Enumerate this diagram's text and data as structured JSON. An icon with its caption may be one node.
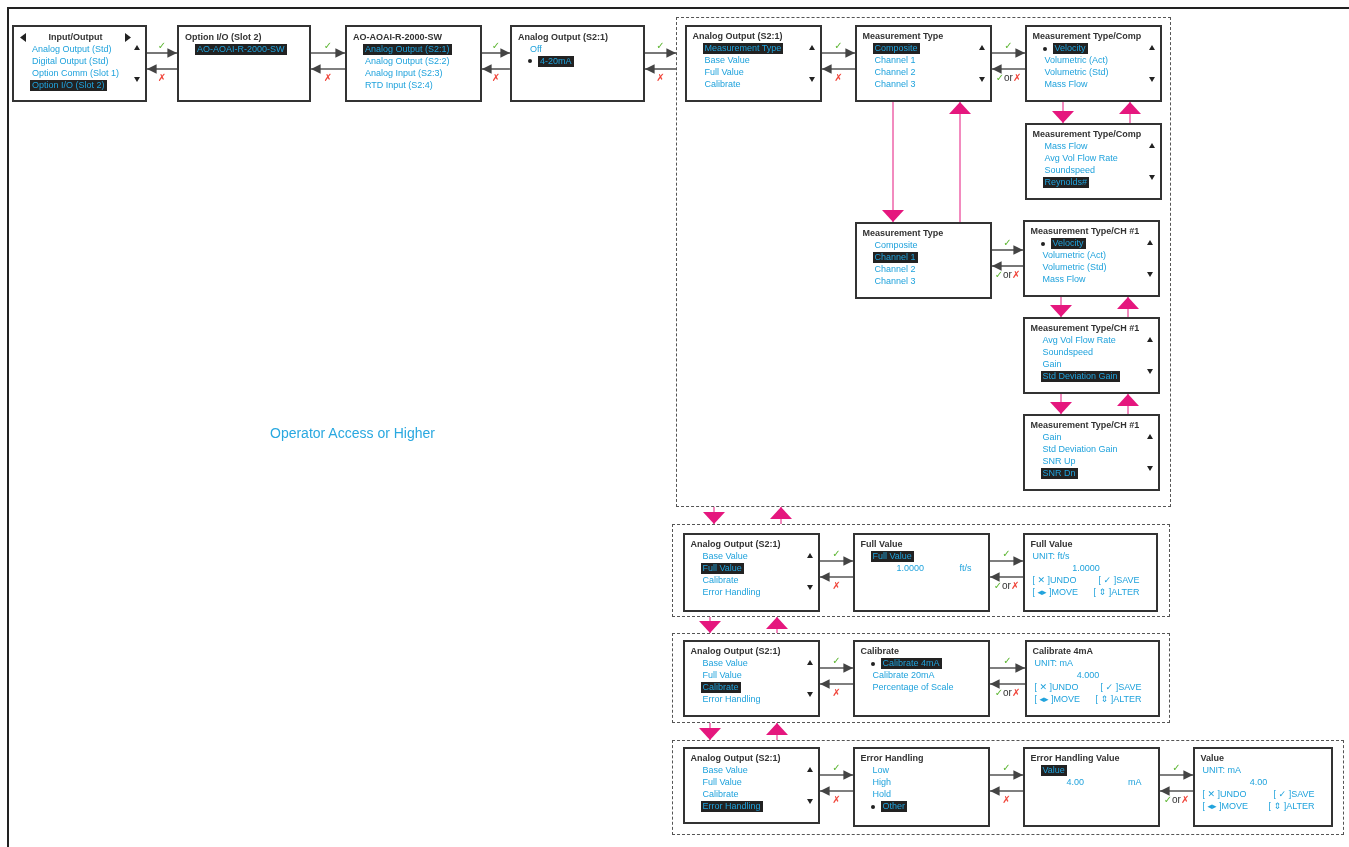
{
  "diagram": {
    "nodes": [
      {
        "text": [
          "Input/Output",
          "Analog Output (Std)",
          "Digital Output (Std)",
          "Option Comm (Slot 1)",
          "Option I/O (Slot 2)"
        ]
      },
      {
        "text": [
          "Option I/O (Slot 2)",
          "AO-AOAI-R-2000-SW"
        ]
      },
      {
        "text": [
          "AO-AOAI-R-2000-SW",
          "Analog Output (S2:1)",
          "Analog Output (S2:2)",
          "Analog Input (S2:3)",
          "RTD Input (S2:4)"
        ]
      },
      {
        "text": [
          "Analog Output (S2:1)",
          "Off",
          "4-20mA"
        ]
      },
      {
        "text": [],
        "shape": "box"
      },
      {
        "text": [
          "Analog Output (S2:1)",
          "Measurement Type",
          "Base Value",
          "Full Value",
          "Calibrate"
        ],
        "in": 4
      },
      {
        "text": [
          "Measurement Type",
          "Composite",
          "Channel 1",
          "Channel 2",
          "Channel 3"
        ],
        "in": 4
      },
      {
        "text": [
          "Measurement Type/Comp",
          "Velocity",
          "Volumetric (Act)",
          "Volumetric (Std)",
          "Mass Flow"
        ],
        "in": 4
      },
      {
        "text": [
          "Measurement Type/Comp",
          "Mass Flow",
          "Avg Vol Flow Rate",
          "Soundspeed",
          "Reynolds#"
        ],
        "in": 4
      },
      {
        "text": [
          "Measurement Type",
          "Composite",
          "Channel 1",
          "Channel 2",
          "Channel 3"
        ],
        "in": 4
      },
      {
        "text": [
          "Measurement Type/CH #1",
          "Velocity",
          "Volumetric (Act)",
          "Volumetric (Std)",
          "Mass Flow"
        ],
        "in": 4
      },
      {
        "text": [
          "Measurement Type/CH #1",
          "Avg Vol Flow Rate",
          "Soundspeed",
          "Gain",
          "Std Deviation Gain"
        ],
        "in": 4
      },
      {
        "text": [
          "Measurement Type/CH #1",
          "Gain",
          "Std Deviation Gain",
          "SNR Up",
          "SNR Dn"
        ],
        "in": 4
      },
      {
        "text": [],
        "shape": "box"
      },
      {
        "text": [
          "Analog Output (S2:1)",
          "Base Value",
          "Full Value",
          "Calibrate",
          "Error Handling"
        ],
        "in": 13
      },
      {
        "text": [
          "Full Value",
          "Full Value",
          "1.0000",
          "ft/s"
        ],
        "in": 13
      },
      {
        "text": [
          "Full Value",
          "UNIT:  ft/s",
          "1.0000",
          "[ ✕ ]UNDO",
          "[ ✓ ]SAVE",
          "[ ◂▸ ]MOVE",
          "[ ⇕ ]ALTER"
        ],
        "in": 13
      },
      {
        "text": [],
        "shape": "box"
      },
      {
        "text": [
          "Analog Output (S2:1)",
          "Base Value",
          "Full Value",
          "Calibrate",
          "Error Handling"
        ],
        "in": 17
      },
      {
        "text": [
          "Calibrate",
          "Calibrate 4mA",
          "Calibrate 20mA",
          "Percentage of Scale"
        ],
        "in": 17
      },
      {
        "text": [
          "Calibrate 4mA",
          "UNIT:  mA",
          "4.000",
          "[ ✕ ]UNDO",
          "[ ✓ ]SAVE",
          "[ ◂▸ ]MOVE",
          "[ ⇕ ]ALTER"
        ],
        "in": 17
      },
      {
        "text": [],
        "shape": "box"
      },
      {
        "text": [
          "Analog Output (S2:1)",
          "Base Value",
          "Full Value",
          "Calibrate",
          "Error Handling"
        ],
        "in": 21
      },
      {
        "text": [
          "Error Handling",
          "Low",
          "High",
          "Hold",
          "Other"
        ],
        "in": 21
      },
      {
        "text": [
          "Error Handling Value",
          "Value",
          "4.00",
          "mA"
        ],
        "in": 21
      },
      {
        "text": [
          "Value",
          "UNIT:  mA",
          "4.00",
          "[ ✕ ]UNDO",
          "[ ✓ ]SAVE",
          "[ ◂▸ ]MOVE",
          "[ ⇕ ]ALTER"
        ],
        "in": 21
      }
    ],
    "edges": [
      {
        "from": 0,
        "to": 1,
        "arrow": "to",
        "label": "✓"
      },
      {
        "from": 1,
        "to": 0,
        "arrow": "to",
        "label": "✗"
      },
      {
        "from": 1,
        "to": 2,
        "arrow": "to",
        "label": "✓"
      },
      {
        "from": 2,
        "to": 1,
        "arrow": "to",
        "label": "✗"
      },
      {
        "from": 2,
        "to": 3,
        "arrow": "to",
        "label": "✓"
      },
      {
        "from": 3,
        "to": 2,
        "arrow": "to",
        "label": "✗"
      },
      {
        "from": 3,
        "to": 4,
        "arrow": "to",
        "label": "✓"
      },
      {
        "from": 4,
        "to": 3,
        "arrow": "to",
        "label": "✗"
      },
      {
        "from": 5,
        "to": 6,
        "arrow": "to",
        "label": "✓"
      },
      {
        "from": 6,
        "to": 5,
        "arrow": "to",
        "label": "✗"
      },
      {
        "from": 6,
        "to": 7,
        "arrow": "to",
        "label": "✓"
      },
      {
        "from": 7,
        "to": 6,
        "arrow": "to",
        "label": "✓or✗"
      },
      {
        "from": 7,
        "to": 8,
        "arrow": "to",
        "color": "#e5177e"
      },
      {
        "from": 8,
        "to": 7,
        "arrow": "to",
        "color": "#e5177e"
      },
      {
        "from": 6,
        "to": 9,
        "arrow": "to",
        "color": "#e5177e"
      },
      {
        "from": 9,
        "to": 6,
        "arrow": "to",
        "color": "#e5177e"
      },
      {
        "from": 9,
        "to": 10,
        "arrow": "to",
        "label": "✓"
      },
      {
        "from": 10,
        "to": 9,
        "arrow": "to",
        "label": "✓or✗"
      },
      {
        "from": 10,
        "to": 11,
        "arrow": "to",
        "color": "#e5177e"
      },
      {
        "from": 11,
        "to": 10,
        "arrow": "to",
        "color": "#e5177e"
      },
      {
        "from": 11,
        "to": 12,
        "arrow": "to",
        "color": "#e5177e"
      },
      {
        "from": 12,
        "to": 11,
        "arrow": "to",
        "color": "#e5177e"
      },
      {
        "from": 4,
        "to": 13,
        "arrow": "to",
        "color": "#e5177e"
      },
      {
        "from": 13,
        "to": 4,
        "arrow": "to",
        "color": "#e5177e"
      },
      {
        "from": 14,
        "to": 15,
        "arrow": "to",
        "label": "✓"
      },
      {
        "from": 15,
        "to": 14,
        "arrow": "to",
        "label": "✗"
      },
      {
        "from": 15,
        "to": 16,
        "arrow": "to",
        "label": "✓"
      },
      {
        "from": 16,
        "to": 15,
        "arrow": "to",
        "label": "✓or✗"
      },
      {
        "from": 13,
        "to": 17,
        "arrow": "to",
        "color": "#e5177e"
      },
      {
        "from": 17,
        "to": 13,
        "arrow": "to",
        "color": "#e5177e"
      },
      {
        "from": 18,
        "to": 19,
        "arrow": "to",
        "label": "✓"
      },
      {
        "from": 19,
        "to": 18,
        "arrow": "to",
        "label": "✗"
      },
      {
        "from": 19,
        "to": 20,
        "arrow": "to",
        "label": "✓"
      },
      {
        "from": 20,
        "to": 19,
        "arrow": "to",
        "label": "✓or✗"
      },
      {
        "from": 17,
        "to": 21,
        "arrow": "to",
        "color": "#e5177e"
      },
      {
        "from": 21,
        "to": 17,
        "arrow": "to",
        "color": "#e5177e"
      },
      {
        "from": 22,
        "to": 23,
        "arrow": "to",
        "label": "✓"
      },
      {
        "from": 23,
        "to": 22,
        "arrow": "to",
        "label": "✗"
      },
      {
        "from": 23,
        "to": 24,
        "arrow": "to",
        "label": "✓"
      },
      {
        "from": 24,
        "to": 23,
        "arrow": "to",
        "label": "✗"
      },
      {
        "from": 24,
        "to": 25,
        "arrow": "to",
        "label": "✓"
      },
      {
        "from": 25,
        "to": 24,
        "arrow": "to",
        "label": "✓or✗"
      }
    ],
    "labels": [
      "Operator Access or Higher"
    ]
  }
}
